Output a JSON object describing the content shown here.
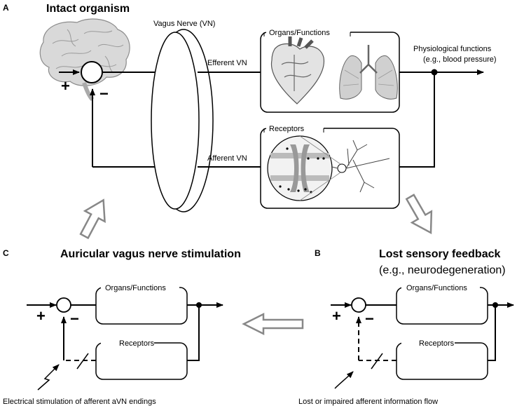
{
  "panel_a": {
    "letter": "A",
    "title": "Intact organism",
    "vagus_label": "Vagus Nerve (VN)",
    "efferent_label": "Efferent VN",
    "afferent_label": "Afferent VN",
    "organs_label": "Organs/Functions",
    "receptors_label": "Receptors",
    "output_line1": "Physiological functions",
    "output_line2": "(e.g., blood pressure)",
    "plus": "+",
    "minus": "−"
  },
  "panel_b": {
    "letter": "B",
    "title": "Lost sensory feedback",
    "subtitle": "(e.g., neurodegeneration)",
    "organs_label": "Organs/Functions",
    "receptors_label": "Receptors",
    "caption": "Lost or impaired afferent information flow",
    "plus": "+",
    "minus": "−"
  },
  "panel_c": {
    "letter": "C",
    "title": "Auricular vagus nerve stimulation",
    "organs_label": "Organs/Functions",
    "receptors_label": "Receptors",
    "caption": "Electrical stimulation of afferent aVN endings",
    "plus": "+",
    "minus": "−"
  },
  "icons": {
    "brain": "brain-icon",
    "heart": "heart-icon",
    "lungs": "lungs-icon",
    "ion_channel": "ion-channel-icon",
    "neuron": "neuron-icon",
    "lightning": "lightning-bolt-icon"
  }
}
